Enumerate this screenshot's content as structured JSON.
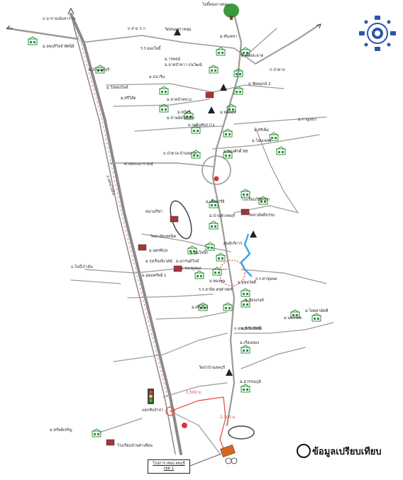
{
  "colors": {
    "road": "#9a9a9a",
    "highway": "#8a8a8a",
    "river": "#39a9e0",
    "route": "#e0463a",
    "icon_green": "#2f8f3a",
    "logo_blue": "#2b56a6",
    "circle": "#e0463a"
  },
  "legend": {
    "label": "ข้อมูลเปรียบเทียบ"
  },
  "destination": {
    "label": "โรงการ สพป.ลพบุรี เขต 1"
  },
  "places": [
    {
      "id": "p01",
      "label": "โพธิ์ทองกาหนุ่ม"
    },
    {
      "id": "p02",
      "label": "วัดหนองกาหนุ่ม"
    },
    {
      "id": "p03",
      "label": "ร.ร.ยองโพธิ์"
    },
    {
      "id": "p04",
      "label": "ม.ทับเสลา"
    },
    {
      "id": "p05",
      "label": "ม.ทองสะอาด"
    },
    {
      "id": "p06",
      "label": "ม.วรพจน์"
    },
    {
      "id": "p07",
      "label": "ม.ลาดบัวขาว ธนวัฒน์"
    },
    {
      "id": "p08",
      "label": "ม.ชัยพฤกษ์ 2"
    },
    {
      "id": "p09",
      "label": "ม.ธนาริน"
    },
    {
      "id": "p10",
      "label": "ม.ลาดบัวหลวง"
    },
    {
      "id": "p11",
      "label": "ม.บ้านมัยไทยศึก"
    },
    {
      "id": "p12",
      "label": "ม.เพลินทับกวาง"
    },
    {
      "id": "p13",
      "label": "ม.ทองสุข"
    },
    {
      "id": "p14",
      "label": "ม.ศรีเพิ่ม"
    },
    {
      "id": "p15",
      "label": "ม.กาญจนา"
    },
    {
      "id": "p16",
      "label": "ม.โฮมเพลส"
    },
    {
      "id": "p17",
      "label": "ม.ทองศักดิ์ 88"
    },
    {
      "id": "p18",
      "label": "ถ.ป่าตาล-บ้านหลวง"
    },
    {
      "id": "p19",
      "label": "ม.ทวีศรี"
    },
    {
      "id": "p20",
      "label": "ค่ายพระนารายณ์"
    },
    {
      "id": "p21",
      "label": "ม.เอื้ออารีย์"
    },
    {
      "id": "p22",
      "label": "โรงเรียนวินิตรยา"
    },
    {
      "id": "p23",
      "label": "วัดสามัคคีธรรม"
    },
    {
      "id": "p24",
      "label": "ม.บ้านฟ้าลพบุรี"
    },
    {
      "id": "p25",
      "label": "ศูนย์บริการ"
    },
    {
      "id": "p26",
      "label": "ม.สมใจนึก"
    },
    {
      "id": "p27",
      "label": "ม.แกรนด์วิลล์"
    },
    {
      "id": "p28",
      "label": "ม.ทองพูลผล"
    },
    {
      "id": "p29",
      "label": "ม.นครพิกุล"
    },
    {
      "id": "p30",
      "label": "ม.รุ่งเรืองนิเวศน์"
    },
    {
      "id": "p31",
      "label": "ม.อุดมทรัพย์ 1"
    },
    {
      "id": "p32",
      "label": "ม.ทองพูน"
    },
    {
      "id": "p33",
      "label": "ม.สุขสวัสดิ์"
    },
    {
      "id": "p34",
      "label": "ม.ลพบุรีวิลล์ ทัศนีย์"
    },
    {
      "id": "p35",
      "label": "ม.บ้านลพบุรี"
    },
    {
      "id": "p36",
      "label": "ม.วังทองวิลล์"
    },
    {
      "id": "p37",
      "label": "ม.ศรีวิลัย"
    },
    {
      "id": "p38",
      "label": "ร.ร.สาธิต ครุศาสตร์"
    },
    {
      "id": "p39",
      "label": "ม.ชัยณรงค์"
    },
    {
      "id": "p40",
      "label": "แยกซับจำปา"
    },
    {
      "id": "p41",
      "label": "ม.ทรัพย์เจริญ"
    },
    {
      "id": "p42",
      "label": "วัดป่าบ้านลพบุรี"
    },
    {
      "id": "p43",
      "label": "ม.สุวรรณภูมิ"
    },
    {
      "id": "p44",
      "label": "โรงเรียนบ้านท่าเตียน"
    },
    {
      "id": "p45",
      "label": "ม.เรือนทอง"
    },
    {
      "id": "p46",
      "label": "ม.ไทยสามัคคี"
    },
    {
      "id": "p47",
      "label": "ม.นครไทย"
    },
    {
      "id": "p48",
      "label": "ม.ทรัพย์พิชัย"
    },
    {
      "id": "p49",
      "label": "ร.ร.ท่าชุมพล"
    },
    {
      "id": "p50",
      "label": "ม.ศรีเมือง"
    },
    {
      "id": "p51",
      "label": "สนามกีฬา"
    },
    {
      "id": "p52",
      "label": "วิทยาลัยเทคนิค"
    }
  ],
  "roads": [
    {
      "id": "r01",
      "label": "ถ.พหลโยธิน"
    },
    {
      "id": "r02",
      "label": "ถ.นารายณ์มหาราช"
    },
    {
      "id": "r03",
      "label": "ถ.ลพบุรี-บ้านหมี่"
    },
    {
      "id": "r04",
      "label": "ถ.ป่าตาล"
    },
    {
      "id": "r05",
      "label": "ถ.สาย 1 ก"
    },
    {
      "id": "r06",
      "label": "ถ.โพธิ์เก้าต้น"
    }
  ],
  "distances": [
    {
      "id": "d01",
      "label": "1,500 ม."
    },
    {
      "id": "d02",
      "label": "2,100 ม."
    }
  ]
}
